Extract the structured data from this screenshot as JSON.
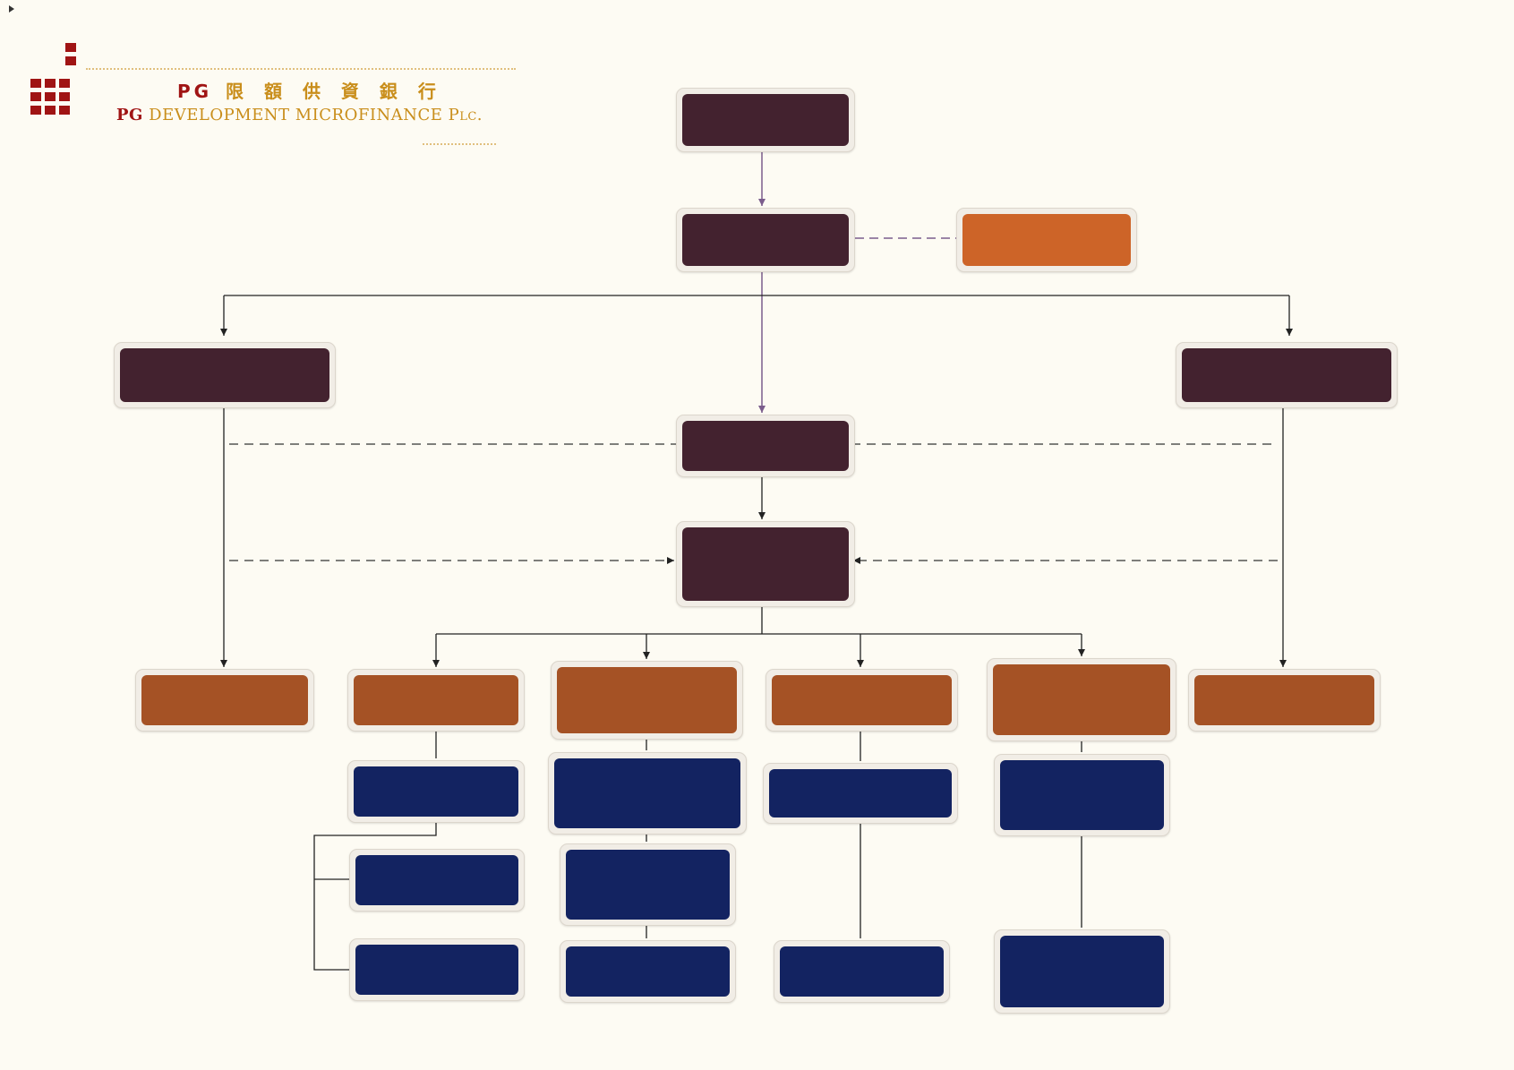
{
  "logo": {
    "khmer_name": "",
    "pg": "PG",
    "chinese_name": "限 額 供 資 銀 行",
    "english_name": "DEVELOPMENT MICROFINANCE Plc.",
    "license_note": "",
    "colors": {
      "red": "#a01414",
      "gold": "#c98e1b"
    }
  },
  "colors": {
    "background": "#fdfbf3",
    "board_level": "#43222f",
    "department": "#a55225",
    "advisor": "#cd6428",
    "staff": "#132361",
    "connector": "#222222",
    "connector_primary": "#7b5d8c"
  },
  "nodes": {
    "shareholders": "",
    "board_of_directors": "",
    "advisor": "",
    "audit_committee": "",
    "risk_committee": "",
    "general_director": "",
    "it_committee": "",
    "internal_audit": "",
    "credit_department": "",
    "accounting_department": "",
    "it_department": "",
    "hr_admin_department": "",
    "compliance_department": "",
    "chief_credit_officer": "",
    "head_accounting": "",
    "head_it": "",
    "head_hr_admin": "",
    "credit_officer_1": "",
    "credit_officer_2": "",
    "accounting_assistant": "",
    "cashier": "",
    "it_officer": "",
    "hr_admin_officer": ""
  }
}
